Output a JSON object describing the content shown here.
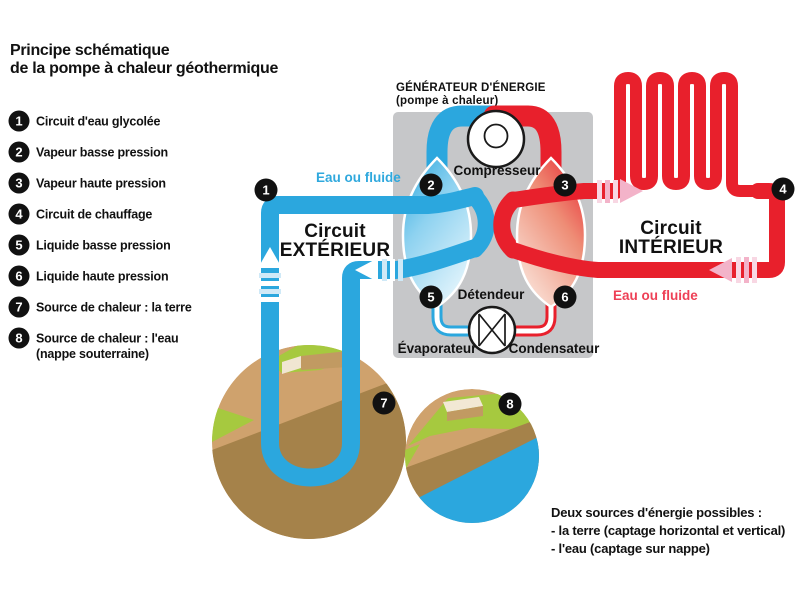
{
  "title": {
    "line1": "Principe schématique",
    "line2": "de la pompe à chaleur géothermique"
  },
  "legend": {
    "items": [
      {
        "number": "1",
        "label": "Circuit d'eau glycolée"
      },
      {
        "number": "2",
        "label": "Vapeur basse pression"
      },
      {
        "number": "3",
        "label": "Vapeur haute pression"
      },
      {
        "number": "4",
        "label": "Circuit de chauffage"
      },
      {
        "number": "5",
        "label": "Liquide basse pression"
      },
      {
        "number": "6",
        "label": "Liquide haute pression"
      },
      {
        "number": "7",
        "label": "Source de chaleur : la terre"
      },
      {
        "number": "8",
        "label": "Source de chaleur : l'eau",
        "label2": "(nappe souterraine)"
      }
    ]
  },
  "generator": {
    "title_line1": "GÉNÉRATEUR D'ÉNERGIE",
    "title_line2": "(pompe à chaleur)",
    "compressor": "Compresseur",
    "expansion_valve": "Détendeur",
    "evaporator": "Évaporateur",
    "condenser": "Condensateur"
  },
  "circuits": {
    "exterior": {
      "line1": "Circuit",
      "line2": "EXTÉRIEUR",
      "fluid": "Eau ou fluide"
    },
    "interior": {
      "line1": "Circuit",
      "line2": "INTÉRIEUR",
      "fluid": "Eau ou fluide"
    }
  },
  "footer": {
    "line1": "Deux sources d'énergie possibles :",
    "line2": "- la terre (captage horizontal et vertical)",
    "line3": "- l'eau (captage sur nappe)"
  },
  "colors": {
    "pipe_blue": "#2BA7DE",
    "pipe_red": "#E8202C",
    "arrow_pink": "#F3B3C9",
    "generator_box_gray": "#C6C7C9",
    "grass_green": "#A6C93F",
    "soil_light": "#CFA26D",
    "soil_dark": "#A5824A",
    "water_blue": "#2BA7DE",
    "text_black": "#111111",
    "fluid_text_blue": "#2FA8DD",
    "fluid_text_red": "#EE4056"
  }
}
